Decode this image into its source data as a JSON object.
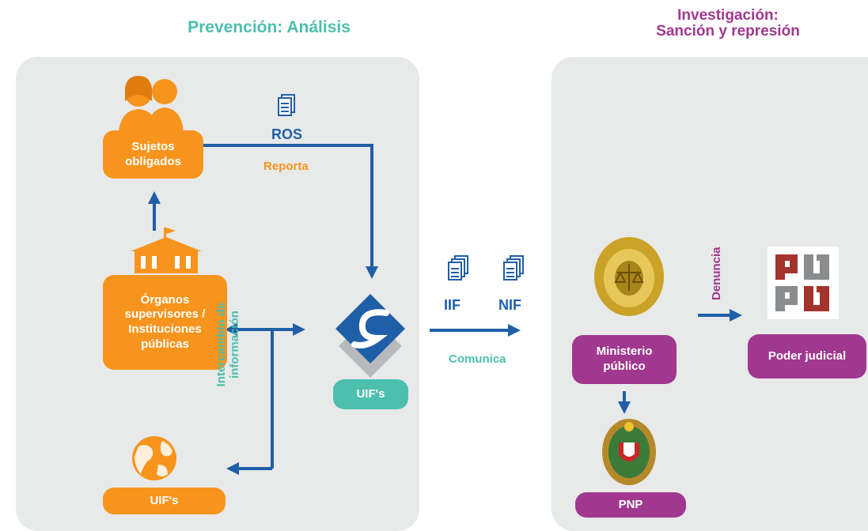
{
  "titles": {
    "left": "Prevención: Análisis",
    "right_line1": "Investigación:",
    "right_line2": "Sanción y represión"
  },
  "boxes": {
    "sujetos_1": "Sujetos",
    "sujetos_2": "obligados",
    "organos_1": "Órganos",
    "organos_2": "supervisores /",
    "organos_3": "Instituciones",
    "organos_4": "públicas",
    "uifs_bottom": "UIF's",
    "uifs_center": "UIF's",
    "ministerio_1": "Ministerio",
    "ministerio_2": "público",
    "poder_judicial": "Poder judicial",
    "pnp": "PNP"
  },
  "labels": {
    "ros": "ROS",
    "reporta": "Reporta",
    "iif": "IIF",
    "nif": "NIF",
    "comunica": "Comunica",
    "denuncia": "Denuncia",
    "intercambio_1": "Intercambio de",
    "intercambio_2": "información"
  },
  "colors": {
    "orange": "#f7941d",
    "teal": "#4dbfad",
    "purple": "#a0388f",
    "blue": "#1f5fa8",
    "panel": "#e8e9e9"
  },
  "icons": [
    "people-icon",
    "building-icon",
    "globe-icon",
    "document-icon",
    "uif-logo-icon",
    "ministerio-seal-icon",
    "poder-judicial-logo-icon",
    "pnp-emblem-icon"
  ]
}
